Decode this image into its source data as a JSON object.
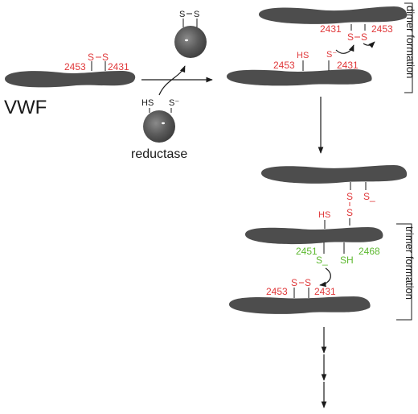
{
  "labels": {
    "vwf": "VWF",
    "reductase": "reductase",
    "dimer_formation": "dimer formation",
    "trimer_formation": "trimer formation"
  },
  "residues": {
    "r2453": "2453",
    "r2431": "2431",
    "r2451": "2451",
    "r2468": "2468"
  },
  "groups": {
    "s": "S",
    "hs": "HS",
    "sh": "SH",
    "s_minus": "S⁻",
    "s_underscore": "S_",
    "s_dash_s": "S–S"
  },
  "colors": {
    "red": "#e0383a",
    "green": "#5cb82e",
    "protein": "#4d4d4d"
  }
}
